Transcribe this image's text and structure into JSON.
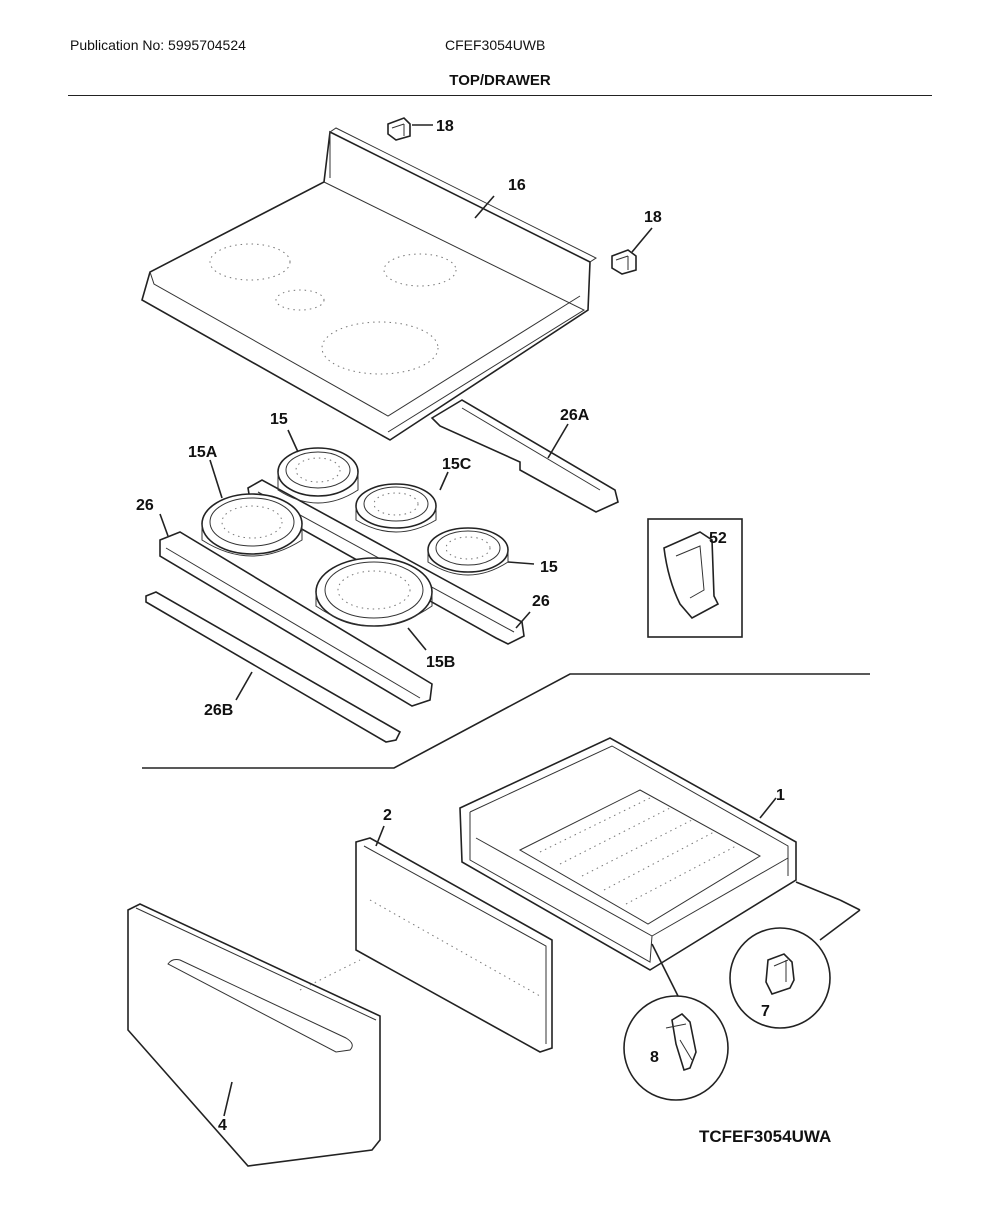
{
  "header": {
    "publication": "Publication No: 5995704524",
    "model": "CFEF3054UWB",
    "section_title": "TOP/DRAWER"
  },
  "callouts": [
    "18",
    "16",
    "18",
    "15",
    "26A",
    "15A",
    "15C",
    "26",
    "52",
    "15",
    "26",
    "15B",
    "26B",
    "2",
    "1",
    "7",
    "8",
    "4"
  ],
  "drawing_code": "TCFEF3054UWA"
}
